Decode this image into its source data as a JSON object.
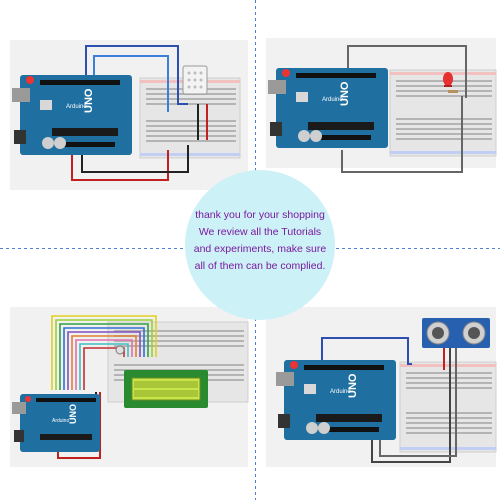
{
  "message": {
    "line1": "thank you for your shopping",
    "line2": "We review all the Tutorials",
    "line3": "and experiments, make sure",
    "line4": "all of them can be complied."
  },
  "board": {
    "brand_label": "UNO",
    "sub_label": "Arduino"
  },
  "colors": {
    "board_blue": "#1f6fa0",
    "text_purple": "#7a1a9f",
    "circle_fill": "#ccf1f7",
    "divider": "#4f7fd0",
    "lcd_green": "#c8e64a"
  }
}
